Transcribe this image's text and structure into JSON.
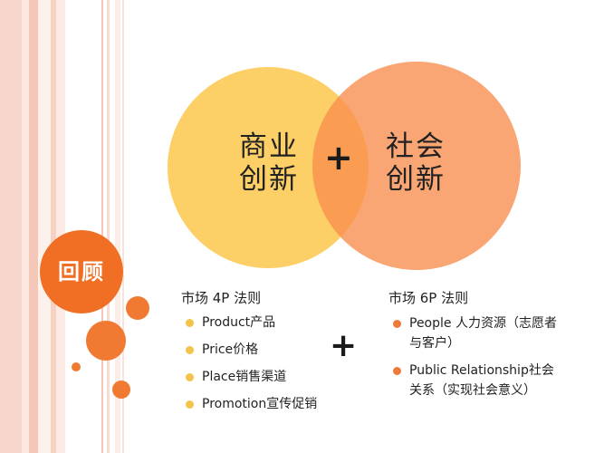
{
  "venn": {
    "left_label": "商业\n创新",
    "right_label": "社会\n创新",
    "plus": "+"
  },
  "review": {
    "label": "回顾"
  },
  "left_list": {
    "title": "市场  4P 法则",
    "items": [
      "Product产品",
      "Price价格",
      "Place销售渠道",
      "Promotion宣传促销"
    ]
  },
  "middle_plus": "+",
  "right_list": {
    "title": "市场  6P 法则",
    "items": [
      "People 人力资源（志愿者与客户）",
      "Public Relationship社会关系（实现社会意义）"
    ]
  },
  "colors": {
    "business_circle": "#fccb5a",
    "social_circle": "#f98d4d",
    "accent": "#f06f24"
  }
}
